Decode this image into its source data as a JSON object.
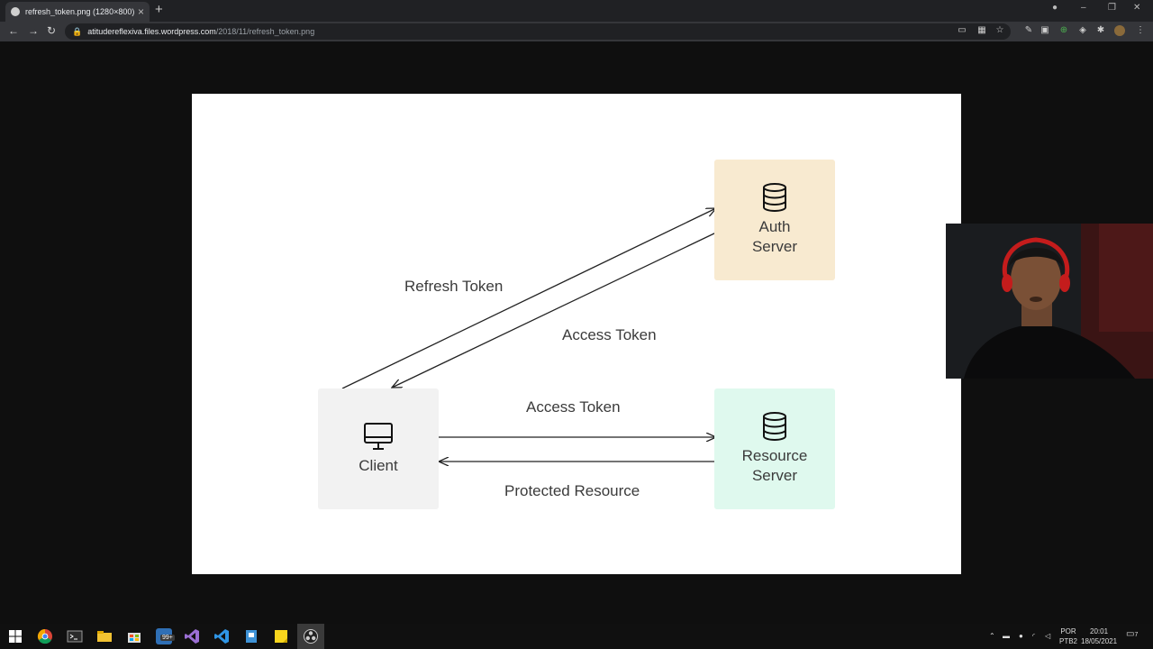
{
  "browser": {
    "tab_title": "refresh_token.png (1280×800)",
    "url_host": "atitudereflexiva.files.wordpress.com",
    "url_path": "/2018/11/refresh_token.png"
  },
  "diagram": {
    "auth_label": "Auth\nServer",
    "resource_label": "Resource\nServer",
    "client_label": "Client",
    "refresh_token_label": "Refresh Token",
    "access_token_upper": "Access Token",
    "access_token_lower": "Access Token",
    "protected_resource_label": "Protected Resource",
    "colors": {
      "auth_bg": "#f8ead0",
      "resource_bg": "#dff9ee",
      "client_bg": "#f2f2f2"
    }
  },
  "taskbar": {
    "mail_badge": "99+",
    "lang_top": "POR",
    "lang_bottom": "PTB2",
    "time": "20:01",
    "date": "18/05/2021",
    "notif_count": "7"
  }
}
